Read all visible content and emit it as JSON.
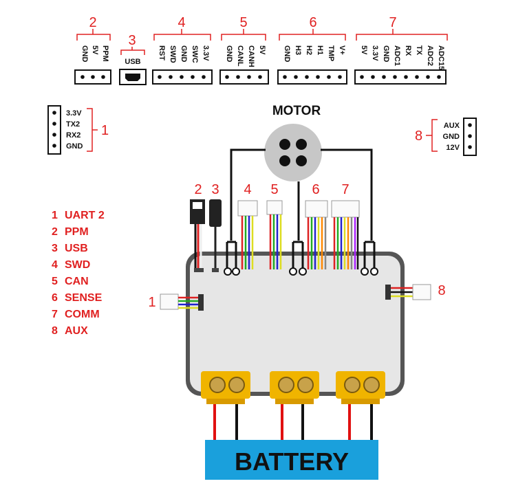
{
  "connectors": [
    {
      "num": "2",
      "pins": [
        "GND",
        "5V",
        "PPM"
      ]
    },
    {
      "num": "3",
      "pins": [
        "USB"
      ]
    },
    {
      "num": "4",
      "pins": [
        "RST",
        "SWD",
        "GND",
        "SWC",
        "3.3V"
      ]
    },
    {
      "num": "5",
      "pins": [
        "GND",
        "CANL",
        "CANH",
        "5V"
      ]
    },
    {
      "num": "6",
      "pins": [
        "GND",
        "H3",
        "H2",
        "H1",
        "TMP",
        "V+"
      ]
    },
    {
      "num": "7",
      "pins": [
        "5V",
        "3.3V",
        "GND",
        "ADC1",
        "RX",
        "TX",
        "ADC2",
        "ADC15"
      ]
    }
  ],
  "uart": {
    "num": "1",
    "pins": [
      "3.3V",
      "TX2",
      "RX2",
      "GND"
    ]
  },
  "aux": {
    "num": "8",
    "pins": [
      "AUX",
      "GND",
      "12V"
    ]
  },
  "motor_label": "MOTOR",
  "legend": [
    {
      "num": "1",
      "name": "UART 2"
    },
    {
      "num": "2",
      "name": "PPM"
    },
    {
      "num": "3",
      "name": "USB"
    },
    {
      "num": "4",
      "name": "SWD"
    },
    {
      "num": "5",
      "name": "CAN"
    },
    {
      "num": "6",
      "name": "SENSE"
    },
    {
      "num": "7",
      "name": "COMM"
    },
    {
      "num": "8",
      "name": "AUX"
    }
  ],
  "board_labels": [
    "2",
    "3",
    "4",
    "5",
    "6",
    "7",
    "1",
    "8"
  ],
  "battery_label": "BATTERY",
  "colors": {
    "accent_red": "#e02020",
    "battery_blue": "#1aa0dc",
    "board_gray": "#e6e6e6",
    "xt_yellow": "#f0b400"
  }
}
